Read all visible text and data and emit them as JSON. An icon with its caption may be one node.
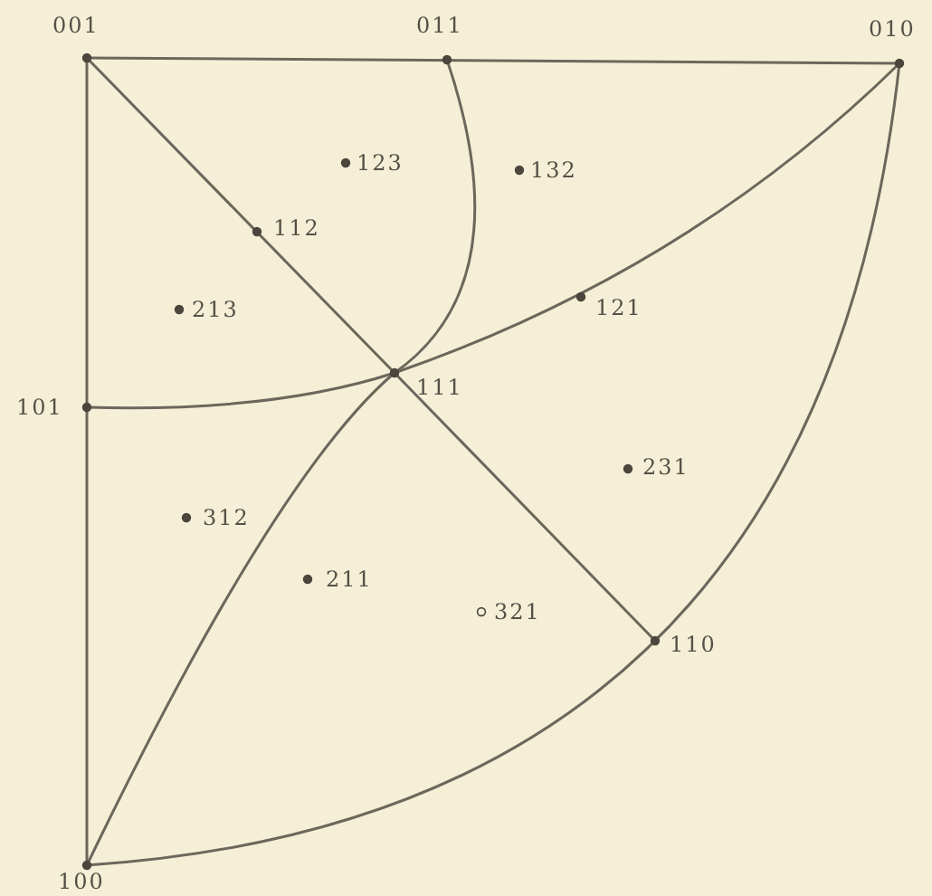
{
  "diagram": {
    "labels": [
      "001",
      "011",
      "010",
      "123",
      "132",
      "112",
      "213",
      "121",
      "101",
      "111",
      "231",
      "312",
      "211",
      "321",
      "110",
      "100"
    ]
  }
}
